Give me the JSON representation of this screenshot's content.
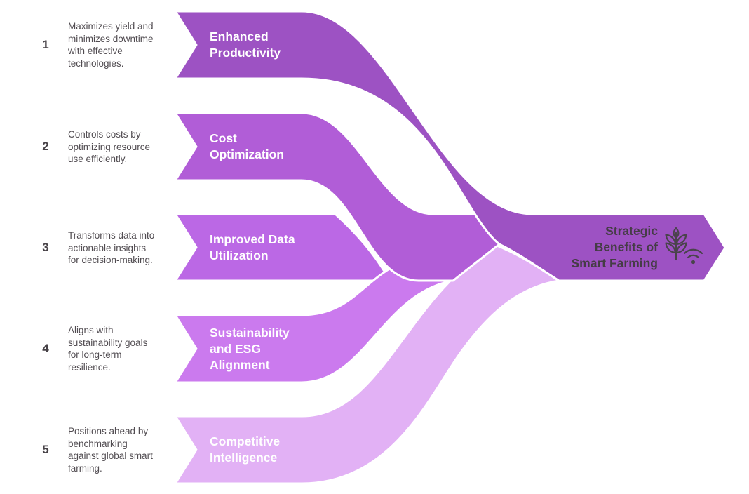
{
  "diagram": {
    "type": "converging-arrows-infographic",
    "background": "#ffffff",
    "items": [
      {
        "number": "1",
        "description": "Maximizes yield and\nminimizes downtime\nwith effective\ntechnologies.",
        "label": "Enhanced\nProductivity",
        "color": "#9d52c3"
      },
      {
        "number": "2",
        "description": "Controls costs by\noptimizing resource\nuse efficiently.",
        "label": "Cost\nOptimization",
        "color": "#b15dd7"
      },
      {
        "number": "3",
        "description": "Transforms data into\nactionable insights\nfor decision-making.",
        "label": "Improved Data\nUtilization",
        "color": "#bb68e5"
      },
      {
        "number": "4",
        "description": "Aligns with\nsustainability goals\nfor long-term\nresilience.",
        "label": "Sustainability\nand ESG\nAlignment",
        "color": "#cb7aee"
      },
      {
        "number": "5",
        "description": "Positions ahead by\nbenchmarking\nagainst global smart\nfarming.",
        "label": "Competitive\nIntelligence",
        "color": "#e2b1f5"
      }
    ],
    "result": {
      "title": "Strategic\nBenefits of\nSmart Farming",
      "color": "#9d52c3",
      "text_color": "#453c46",
      "icon": "plant-wifi-icon",
      "icon_color": "#4a434c"
    }
  }
}
